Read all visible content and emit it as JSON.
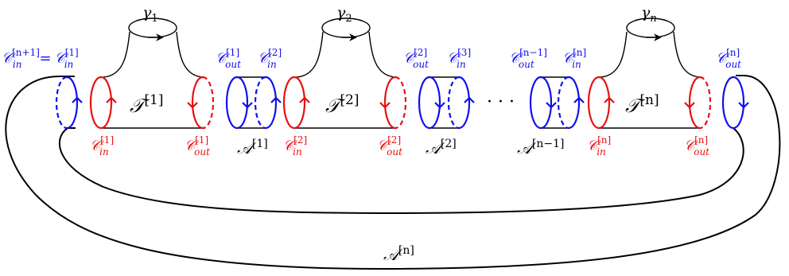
{
  "colors": {
    "ink": "#000000",
    "blue": "#1010ee",
    "red": "#e81010"
  },
  "loops": [
    {
      "sym": "γ",
      "sub": "1"
    },
    {
      "sym": "γ",
      "sub": "2"
    },
    {
      "sym": "γ",
      "sub": "n"
    }
  ],
  "pants": [
    {
      "sym": "𝒯",
      "sup": "[1]"
    },
    {
      "sym": "𝒯",
      "sup": "[2]"
    },
    {
      "sym": "𝒯",
      "sup": "[n]"
    }
  ],
  "annuli": [
    {
      "sym": "𝒜",
      "sup": "[1]"
    },
    {
      "sym": "𝒜",
      "sup": "[2]"
    },
    {
      "sym": "𝒜",
      "sup": "[n−1]"
    },
    {
      "sym": "𝒜",
      "sup": "[n]"
    }
  ],
  "blue_labels": [
    {
      "sym": "𝒞",
      "sub": "in",
      "sup": "[n+1]",
      "eq": "=",
      "sym2": "𝒞",
      "sub2": "in",
      "sup2": "[1]"
    },
    {
      "sym": "𝒞",
      "sub": "out",
      "sup": "[1]"
    },
    {
      "sym": "𝒞",
      "sub": "in",
      "sup": "[2]"
    },
    {
      "sym": "𝒞",
      "sub": "out",
      "sup": "[2]"
    },
    {
      "sym": "𝒞",
      "sub": "in",
      "sup": "[3]"
    },
    {
      "sym": "𝒞",
      "sub": "out",
      "sup": "[n−1]"
    },
    {
      "sym": "𝒞",
      "sub": "in",
      "sup": "[n]"
    },
    {
      "sym": "𝒞",
      "sub": "out",
      "sup": "[n]"
    }
  ],
  "red_labels": [
    {
      "sym": "𝒞",
      "sub": "in",
      "sup": "[1]"
    },
    {
      "sym": "𝒞",
      "sub": "out",
      "sup": "[1]"
    },
    {
      "sym": "𝒞",
      "sub": "in",
      "sup": "[2]"
    },
    {
      "sym": "𝒞",
      "sub": "out",
      "sup": "[2]"
    },
    {
      "sym": "𝒞",
      "sub": "in",
      "sup": "[n]"
    },
    {
      "sym": "𝒞",
      "sub": "out",
      "sup": "[n]"
    }
  ],
  "dots": "· · ·"
}
